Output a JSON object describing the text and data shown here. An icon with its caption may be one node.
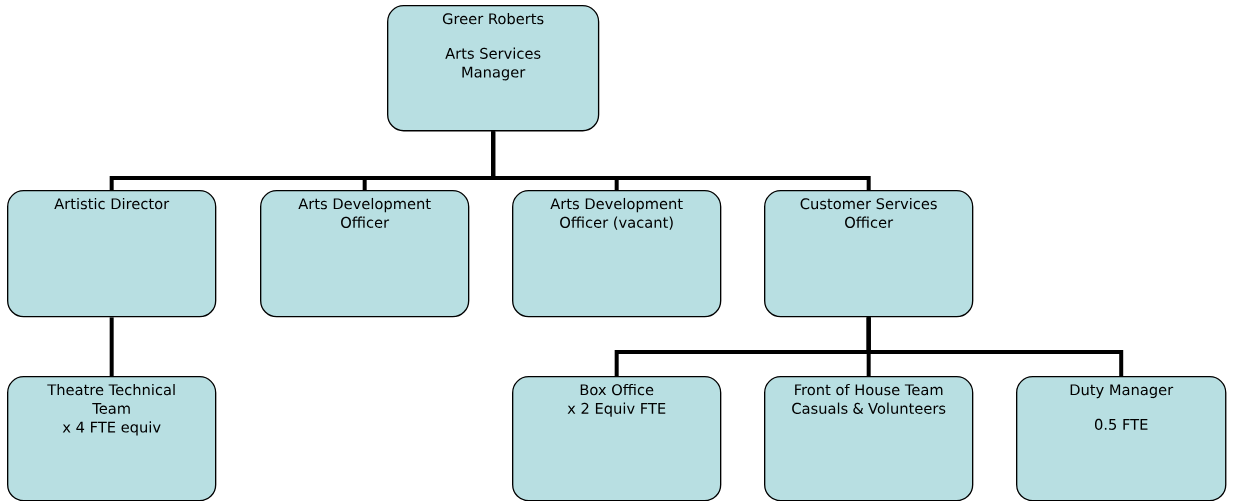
{
  "diagram": {
    "nodes": [
      {
        "text": [
          "Greer Roberts",
          "Arts Services Manager"
        ]
      },
      {
        "text": [
          "Artistic Director"
        ]
      },
      {
        "text": [
          "Arts Development Officer"
        ]
      },
      {
        "text": [
          "Arts Development Officer (vacant)"
        ]
      },
      {
        "text": [
          "Customer Services Officer"
        ]
      },
      {
        "text": [
          "Theatre Technical Team",
          "x 4 FTE equiv"
        ]
      },
      {
        "text": [
          "Box Office",
          "x 2 Equiv FTE"
        ]
      },
      {
        "text": [
          "Front of House Team",
          "Casuals & Volunteers"
        ]
      },
      {
        "text": [
          "Duty Manager",
          "0.5 FTE"
        ]
      }
    ],
    "edges": [
      {
        "from": 0,
        "to": 1,
        "arrow": "none"
      },
      {
        "from": 0,
        "to": 2,
        "arrow": "none"
      },
      {
        "from": 0,
        "to": 3,
        "arrow": "none"
      },
      {
        "from": 0,
        "to": 4,
        "arrow": "none"
      },
      {
        "from": 1,
        "to": 5,
        "arrow": "none"
      },
      {
        "from": 4,
        "to": 6,
        "arrow": "none"
      },
      {
        "from": 4,
        "to": 7,
        "arrow": "none"
      },
      {
        "from": 4,
        "to": 8,
        "arrow": "none"
      }
    ]
  }
}
